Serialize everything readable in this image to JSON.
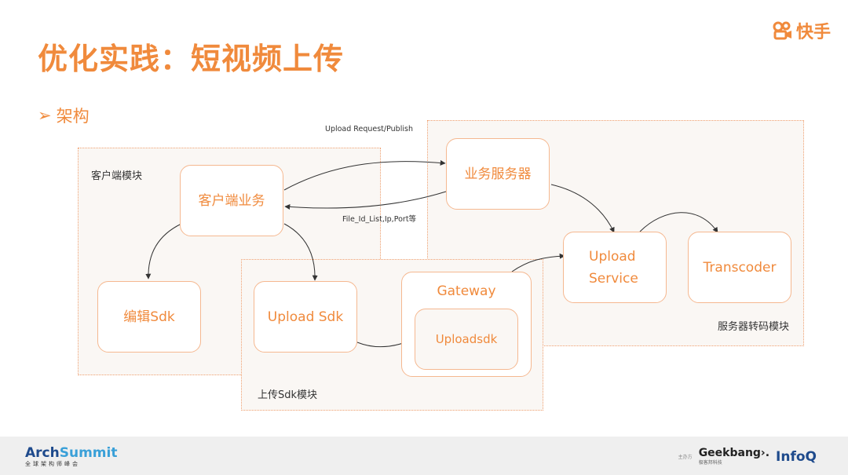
{
  "slide": {
    "title": "优化实践：短视频上传",
    "brand": "快手",
    "bullet": "架构"
  },
  "regions": {
    "client": "客户端模块",
    "upload": "上传Sdk模块",
    "server": "服务器转码模块"
  },
  "nodes": {
    "client_business": "客户端业务",
    "business_server": "业务服务器",
    "edit_sdk": "编辑Sdk",
    "upload_sdk": "Upload Sdk",
    "gateway": "Gateway",
    "uploadsdk": "Uploadsdk",
    "upload_service_line1": "Upload",
    "upload_service_line2": "Service",
    "transcoder": "Transcoder"
  },
  "edges": {
    "request_label": "Upload Request/Publish",
    "response_label": "File_Id_List,Ip,Port等"
  },
  "footer": {
    "arch_main": "Arch",
    "arch_accent": "Summit",
    "arch_sub": "全球架构师峰会",
    "sponsor_tag": "主办方",
    "geekbang": "Geekbang›.",
    "geekbang_sub": "极客邦科技",
    "infoq": "InfoQ"
  },
  "colors": {
    "accent": "#F08A3C",
    "node_border": "#F5B890",
    "region_border": "#F0A070",
    "edge": "#333333"
  }
}
